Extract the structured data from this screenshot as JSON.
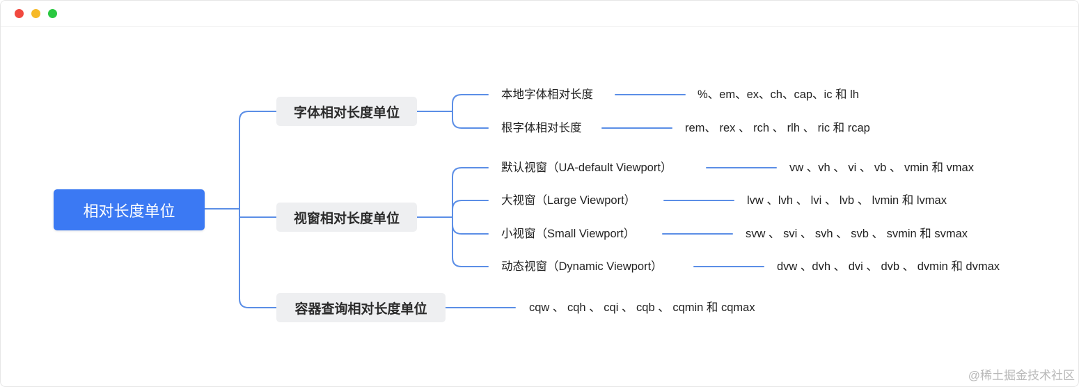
{
  "window_controls": [
    "close",
    "minimize",
    "zoom"
  ],
  "root": {
    "label": "相对长度单位"
  },
  "branches": [
    {
      "label": "字体相对长度单位",
      "children": [
        {
          "label": "本地字体相对长度",
          "units": "%、em、ex、ch、cap、ic 和 lh"
        },
        {
          "label": "根字体相对长度",
          "units": "rem、 rex 、 rch 、 rlh 、 ric 和 rcap"
        }
      ]
    },
    {
      "label": "视窗相对长度单位",
      "children": [
        {
          "label": "默认视窗（UA-default Viewport）",
          "units": "vw 、vh 、 vi 、 vb 、 vmin 和 vmax"
        },
        {
          "label": "大视窗（Large Viewport）",
          "units": "lvw 、lvh 、 lvi 、 lvb 、 lvmin 和 lvmax"
        },
        {
          "label": "小视窗（Small Viewport）",
          "units": "svw 、 svi 、 svh 、 svb 、 svmin 和 svmax"
        },
        {
          "label": "动态视窗（Dynamic Viewport）",
          "units": "dvw 、dvh 、 dvi 、 dvb 、 dvmin 和 dvmax"
        }
      ]
    },
    {
      "label": "容器查询相对长度单位",
      "units": "cqw 、 cqh 、 cqi 、 cqb 、 cqmin 和 cqmax"
    }
  ],
  "watermark": "@稀土掘金技术社区",
  "colors": {
    "accent": "#3b79f3",
    "link": "#5b8ee6",
    "branch_bg": "#eeeff1"
  }
}
